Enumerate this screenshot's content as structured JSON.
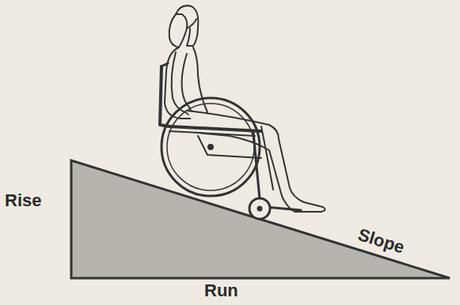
{
  "diagram": {
    "labels": [
      "Rise",
      "Slope",
      "Run"
    ]
  }
}
